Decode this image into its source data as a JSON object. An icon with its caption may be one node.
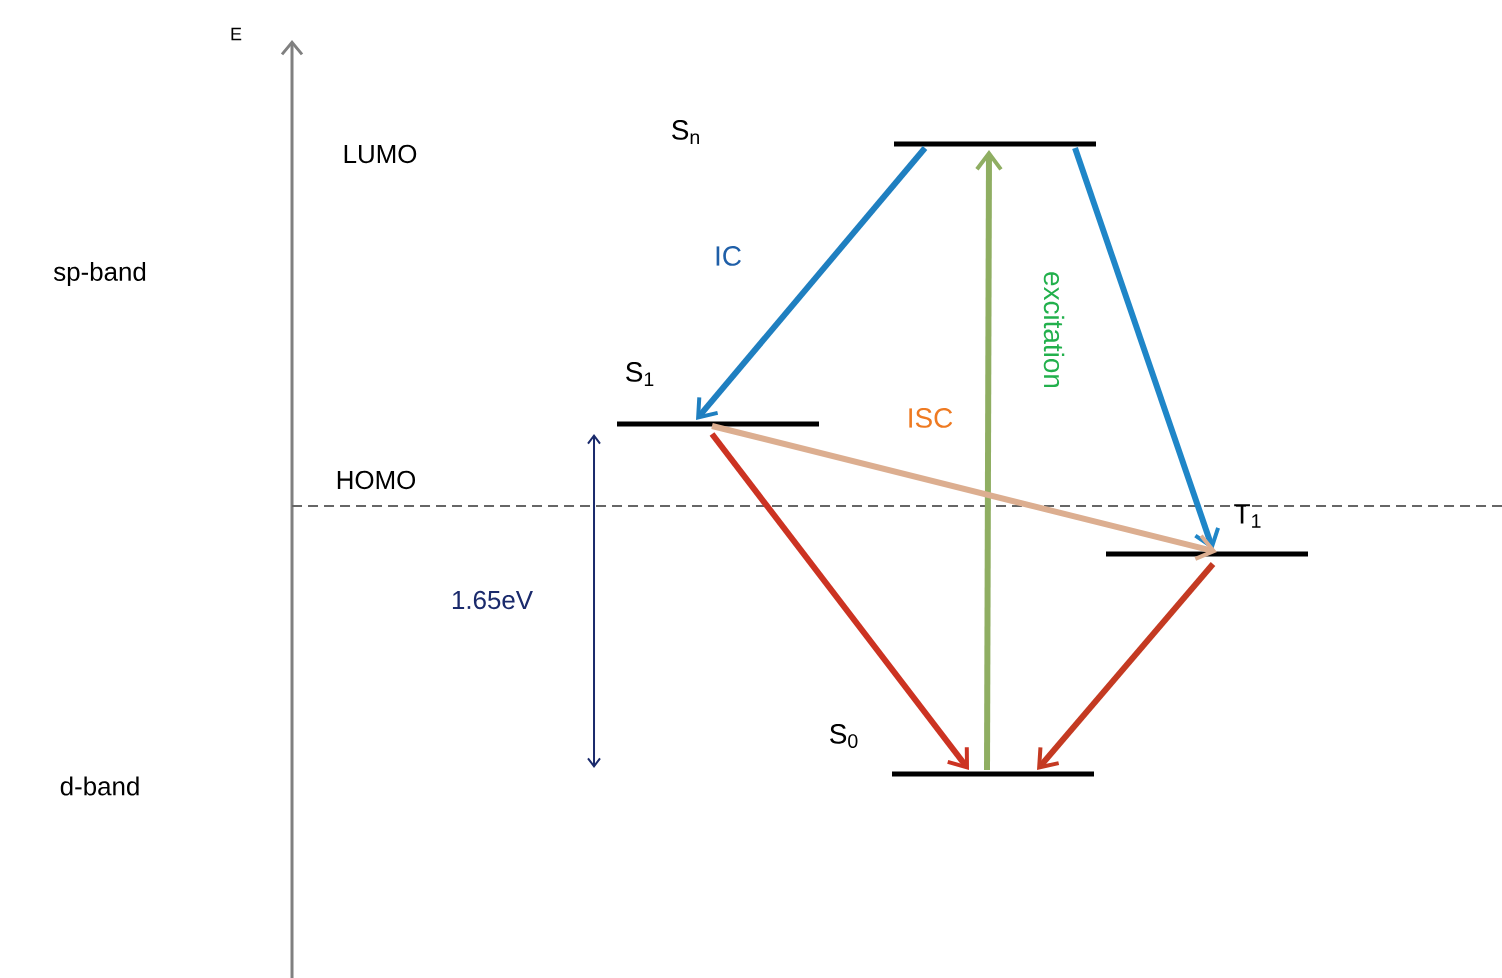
{
  "diagram": {
    "nodes": [
      {
        "text": [],
        "shape": "bar"
      },
      {
        "text": [],
        "shape": "bar",
        "beside": [
          "S$_{1}$"
        ]
      },
      {
        "text": [],
        "shape": "bar",
        "beside": [
          "T$_{1}$"
        ]
      },
      {
        "text": [],
        "shape": "bar",
        "beside": [
          "S$_{0}$"
        ]
      }
    ],
    "edges": [
      {
        "from": 0,
        "to": 1,
        "arrow": "to",
        "label": "IC",
        "color": "#1f7fc0"
      },
      {
        "from": 0,
        "to": 2,
        "arrow": "to",
        "color": "#1f86c8"
      },
      {
        "from": 3,
        "to": 0,
        "arrow": "to",
        "label": "excitation",
        "color": "#8fae62"
      },
      {
        "from": 1,
        "to": 2,
        "arrow": "to",
        "label": "ISC",
        "color": "#dcae90"
      },
      {
        "from": 1,
        "to": 3,
        "arrow": "to",
        "color": "#cc3322"
      },
      {
        "from": 2,
        "to": 3,
        "arrow": "to",
        "color": "#c43a22"
      }
    ],
    "labels": [
      "E",
      "S$_{n}$",
      "LUMO",
      "sp-band",
      "HOMO",
      "1.65eV",
      "d-band"
    ]
  }
}
